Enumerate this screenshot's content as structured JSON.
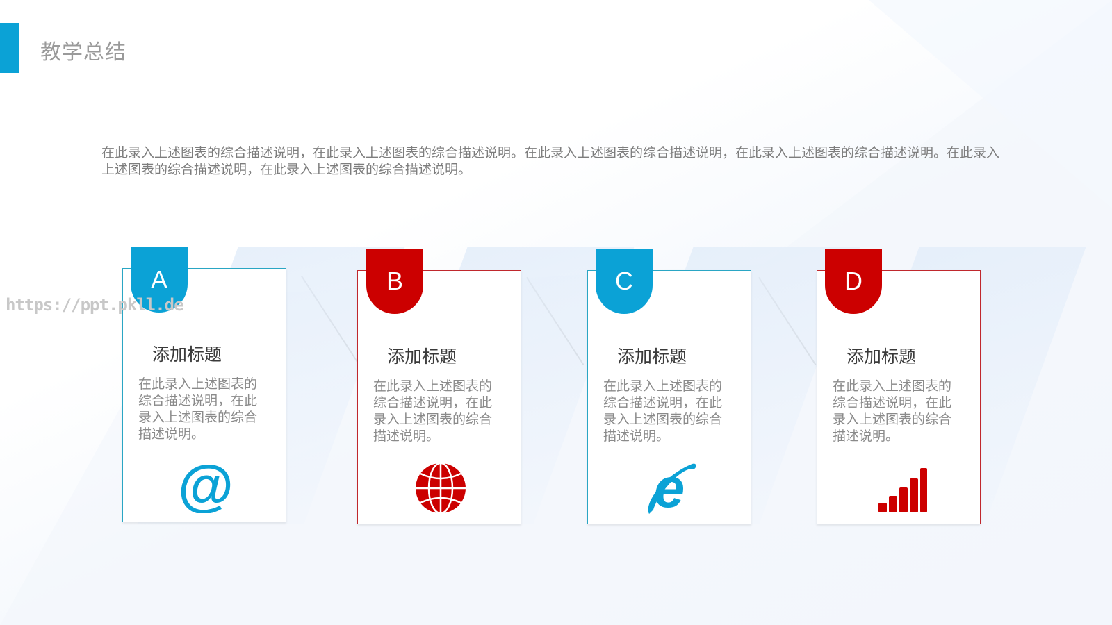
{
  "header": {
    "title": "教学总结",
    "accent_color": "#0ba2d6"
  },
  "intro": {
    "text": "在此录入上述图表的综合描述说明，在此录入上述图表的综合描述说明。在此录入上述图表的综合描述说明，在此录入上述图表的综合描述说明。在此录入上述图表的综合描述说明，在此录入上述图表的综合描述说明。"
  },
  "watermark": {
    "text": "https://ppt.pkll.de"
  },
  "colors": {
    "blue": "#0ba2d6",
    "red": "#cc0000",
    "title_text": "#9a9a9a",
    "body_text": "#8a8a8a"
  },
  "cards": [
    {
      "letter": "A",
      "title": "添加标题",
      "description": "在此录入上述图表的综合描述说明，在此录入上述图表的综合描述说明。",
      "icon": "at-sign-icon",
      "color": "blue"
    },
    {
      "letter": "B",
      "title": "添加标题",
      "description": "在此录入上述图表的综合描述说明，在此录入上述图表的综合描述说明。",
      "icon": "globe-icon",
      "color": "red"
    },
    {
      "letter": "C",
      "title": "添加标题",
      "description": "在此录入上述图表的综合描述说明，在此录入上述图表的综合描述说明。",
      "icon": "internet-explorer-icon",
      "color": "blue"
    },
    {
      "letter": "D",
      "title": "添加标题",
      "description": "在此录入上述图表的综合描述说明，在此录入上述图表的综合描述说明。",
      "icon": "signal-bars-icon",
      "color": "red"
    }
  ]
}
